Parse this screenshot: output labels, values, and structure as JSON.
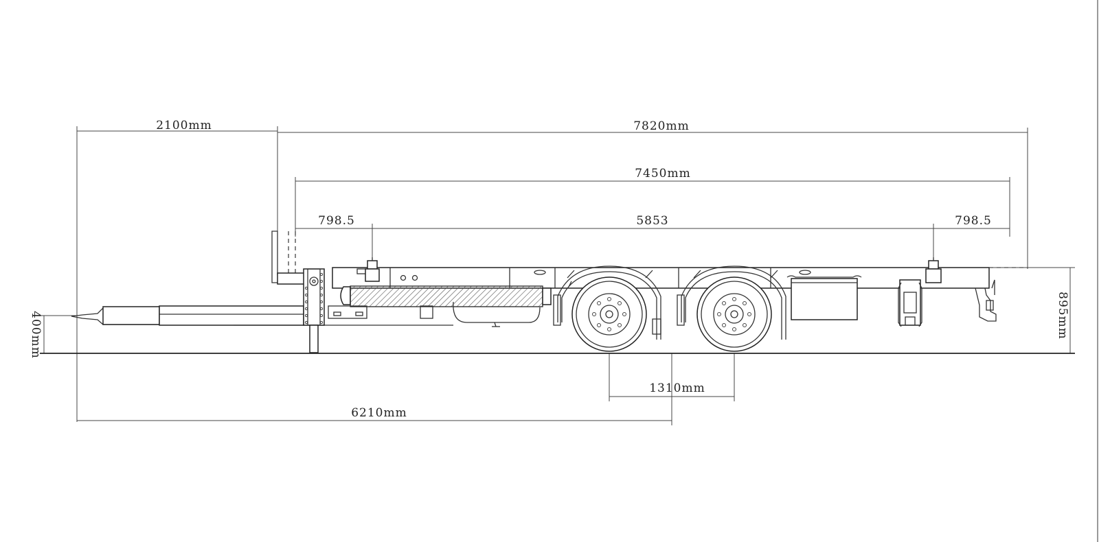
{
  "dimensions": {
    "drawbar_length": "2100mm",
    "overall_length": "7820mm",
    "platform_length": "7450mm",
    "front_overhang": "798.5",
    "twistlock_span": "5853",
    "rear_overhang": "798.5",
    "axle_spacing": "1310mm",
    "coupling_to_axle_center": "6210mm",
    "coupling_height": "400mm",
    "platform_height": "895mm"
  }
}
